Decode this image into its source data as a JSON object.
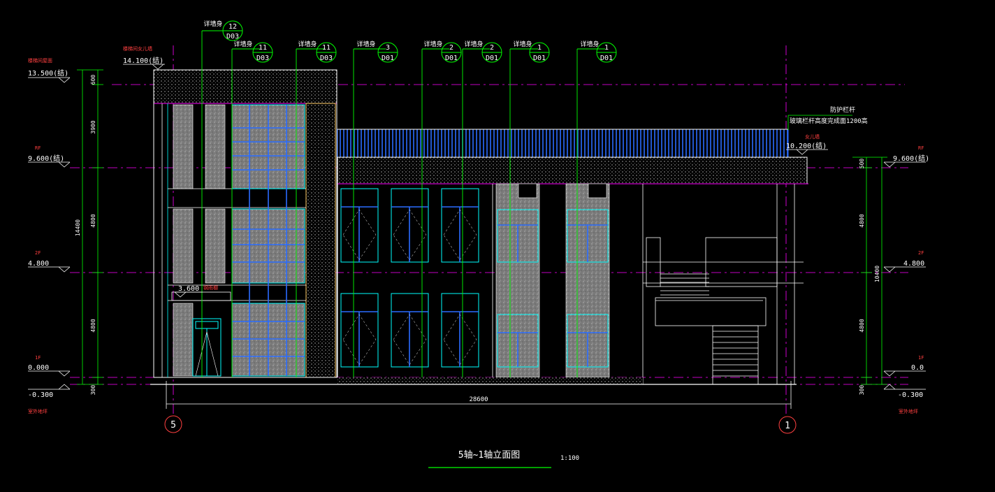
{
  "title": "5轴~1轴立面图",
  "scale": "1:100",
  "total_dimension": "28600",
  "axes": {
    "left": "5",
    "right": "1"
  },
  "left_levels": {
    "roof_top_label": "楼梯间屋面",
    "roof_top_value": "13.500(结)",
    "rf_label": "RF",
    "rf_value": "9.600(结)",
    "f2_label": "2F",
    "f2_value": "4.800",
    "f1_label": "1F",
    "f1_value": "0.000",
    "ground_value": "-0.300",
    "ground_label": "室外地坪"
  },
  "right_levels": {
    "rf_label": "RF",
    "rf_value": "9.600(结)",
    "f2_label": "2F",
    "f2_value": "4.800",
    "f1_label": "1F",
    "f1_value": "0.0",
    "ground_value": "-0.300",
    "ground_label": "室外地坪"
  },
  "left_dims": {
    "d600": "600",
    "d3900": "3900",
    "d4800a": "4800",
    "d4800b": "4800",
    "d300": "300",
    "total": "14400"
  },
  "right_dims": {
    "d500": "500",
    "d4800a": "4800",
    "d4800b": "4800",
    "d300": "300",
    "total": "10400"
  },
  "top_elev": {
    "label": "女儿墙",
    "label_prefix": "楼梯间女儿墙",
    "value": "14.100(结)"
  },
  "parapet_elev": {
    "label": "女儿墙",
    "value": "10.200(结)"
  },
  "rail_note": {
    "line1": "防护栏杆",
    "line2": "玻璃栏杆高度完成面1200高"
  },
  "canopy_elev": {
    "value": "3.600",
    "label": "钢雨棚"
  },
  "callouts": [
    {
      "label": "详墙身",
      "num": "12",
      "ref": "D03"
    },
    {
      "label": "详墙身",
      "num": "11",
      "ref": "D03"
    },
    {
      "label": "详墙身",
      "num": "11",
      "ref": "D03"
    },
    {
      "label": "详墙身",
      "num": "3",
      "ref": "D01"
    },
    {
      "label": "详墙身",
      "num": "2",
      "ref": "D01"
    },
    {
      "label": "详墙身",
      "num": "2",
      "ref": "D01"
    },
    {
      "label": "详墙身",
      "num": "1",
      "ref": "D01"
    },
    {
      "label": "详墙身",
      "num": "1",
      "ref": "D01"
    }
  ],
  "colors": {
    "background": "#000000",
    "green": "#00ff00",
    "magenta": "#ff00ff",
    "cyan": "#00ffff",
    "blue": "#2a6cff",
    "white": "#ffffff",
    "red": "#ff4040",
    "gray": "#8c8c8c"
  }
}
